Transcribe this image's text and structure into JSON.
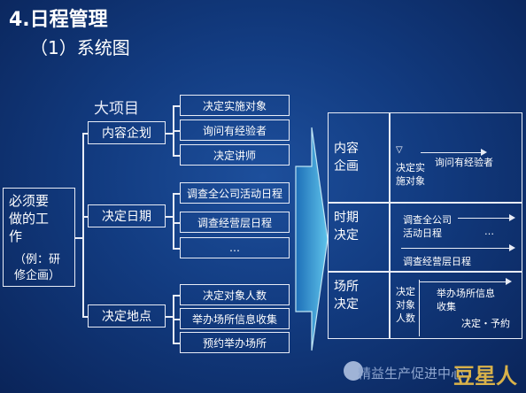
{
  "title": "4.日程管理",
  "subtitle": "（1）系统图",
  "big_project_label": "大项目",
  "root": {
    "line1": "必须要",
    "line2": "做的工",
    "line3": "作",
    "sub1": "（例：研",
    "sub2": "修企画）"
  },
  "branches": [
    {
      "label": "内容企划",
      "leaves": [
        "决定实施对象",
        "询问有经验者",
        "决定讲师"
      ]
    },
    {
      "label": "决定日期",
      "leaves": [
        "调查全公司活动日程",
        "调查经营层日程",
        "…"
      ]
    },
    {
      "label": "决定地点",
      "leaves": [
        "决定对象人数",
        "举办场所信息收集",
        "预约举办场所"
      ]
    }
  ],
  "table": {
    "rows": [
      {
        "header1": "内容",
        "header2": "企画",
        "items": [
          "▽",
          "决定实",
          "施对象",
          "询问有经验者"
        ]
      },
      {
        "header1": "时期",
        "header2": "决定",
        "items": [
          "调查全公司",
          "活动日程",
          "…",
          "调查经营层日程"
        ]
      },
      {
        "header1": "场所",
        "header2": "决定",
        "items": [
          "决定",
          "对象",
          "人数",
          "举办场所信息",
          "收集",
          "决定・予約"
        ]
      }
    ]
  },
  "watermark": "精益生产促进中心",
  "watermark_brand": "豆星人"
}
